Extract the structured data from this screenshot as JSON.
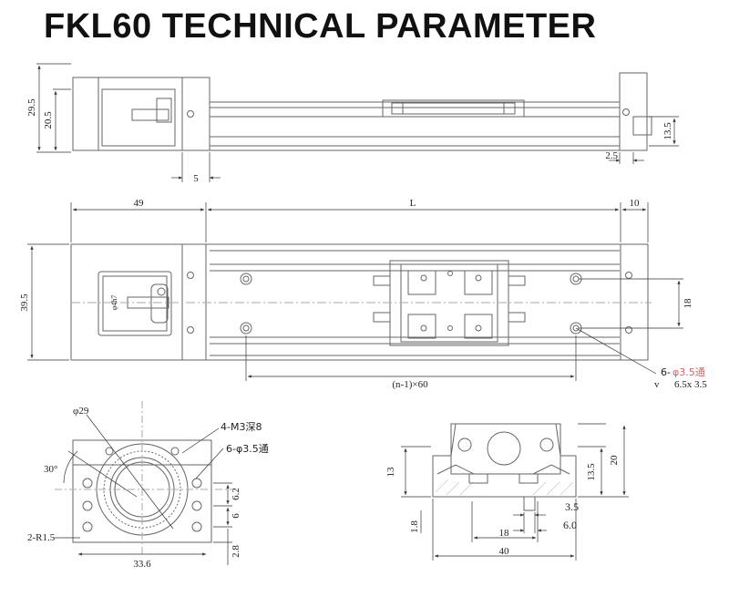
{
  "title": "FKL60 TECHNICAL PARAMETER",
  "side_view": {
    "dims": {
      "h1": "29.5",
      "h2": "20.5",
      "w5": "5",
      "r13": "13.5",
      "r25": "2.5"
    }
  },
  "top_view": {
    "dims": {
      "w49": "49",
      "L": "L",
      "w10": "10",
      "h395": "39.5",
      "h18": "18",
      "pitch": "(n-1)×60",
      "tiny": "φ4h7"
    },
    "holes_note": {
      "line1_a": "6-",
      "line1_b": "φ3.5通",
      "line2_a": "v",
      "line2_b": "6.5x 3.5"
    }
  },
  "end_view": {
    "dims": {
      "d29": "φ29",
      "m3": "4-M3深8",
      "holes": "6-φ3.5通",
      "angle": "30°",
      "r15": "2-R1.5",
      "w336": "33.6",
      "v62": "6.2",
      "v6": "6",
      "v28": "2.8"
    }
  },
  "section_view": {
    "dims": {
      "h13": "13",
      "h135": "13.5",
      "h20": "20",
      "v18": "1.8",
      "w18": "18",
      "w40": "40",
      "w35": "3.5",
      "w60": "6.0"
    }
  }
}
